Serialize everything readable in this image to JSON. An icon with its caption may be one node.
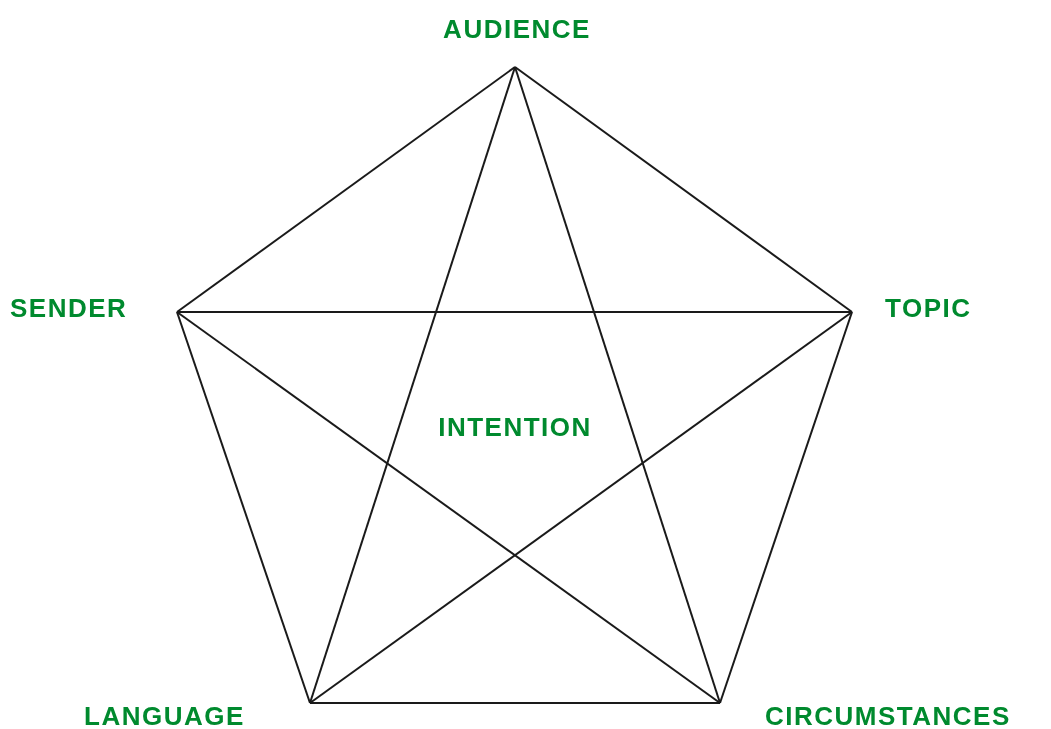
{
  "diagram": {
    "nodes": [
      {
        "text": [
          "AUDIENCE"
        ]
      },
      {
        "text": [
          "SENDER"
        ]
      },
      {
        "text": [
          "TOPIC"
        ]
      },
      {
        "text": [
          "LANGUAGE"
        ]
      },
      {
        "text": [
          "CIRCUMSTANCES"
        ]
      }
    ],
    "edges": [
      {
        "from": 0,
        "to": 1,
        "arrow": "none"
      },
      {
        "from": 0,
        "to": 2,
        "arrow": "none"
      },
      {
        "from": 1,
        "to": 2,
        "arrow": "none"
      },
      {
        "from": 1,
        "to": 3,
        "arrow": "none"
      },
      {
        "from": 2,
        "to": 4,
        "arrow": "none"
      },
      {
        "from": 3,
        "to": 4,
        "arrow": "none"
      },
      {
        "from": 0,
        "to": 3,
        "arrow": "none"
      },
      {
        "from": 0,
        "to": 4,
        "arrow": "none"
      },
      {
        "from": 1,
        "to": 4,
        "arrow": "none"
      },
      {
        "from": 2,
        "to": 3,
        "arrow": "none"
      }
    ],
    "labels": [
      "INTENTION"
    ]
  }
}
